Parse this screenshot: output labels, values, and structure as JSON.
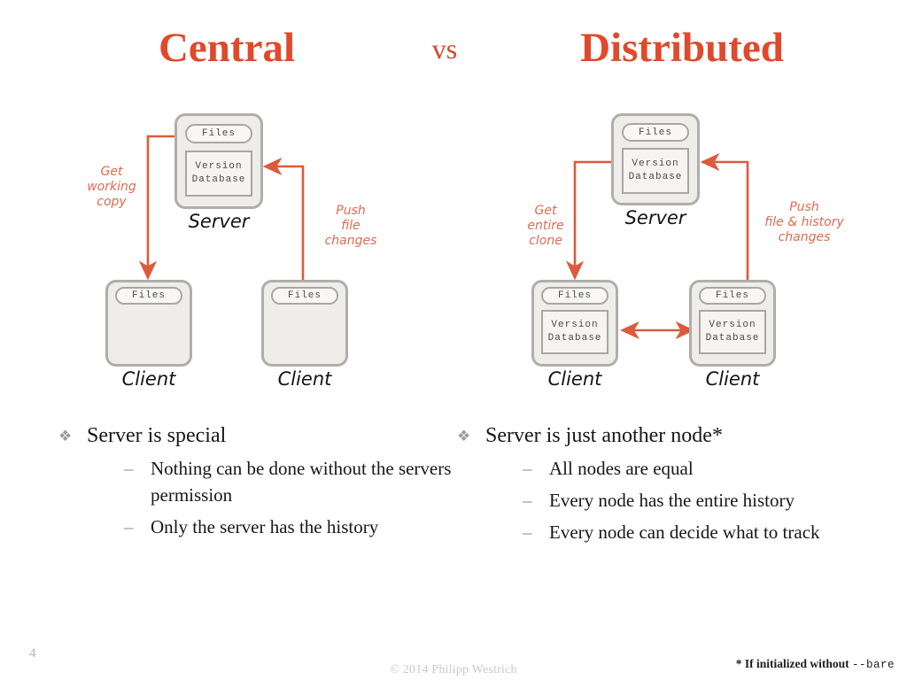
{
  "slide": {
    "page_number": "4",
    "copyright": "© 2014 Philipp Westrich",
    "footnote_text": "* If initialized without ",
    "footnote_code": "--bare",
    "accent_color": "#e0492c",
    "arrow_color": "#dd5a3c",
    "box_fill": "#eeedea",
    "box_border": "#b0aeaa"
  },
  "title": {
    "left": "Central",
    "separator": "vs",
    "right": "Distributed"
  },
  "diagrams": {
    "central": {
      "name": "Central",
      "server": {
        "caption": "Server",
        "files_label": "Files",
        "vdb_line1": "Version",
        "vdb_line2": "Database"
      },
      "clients": [
        {
          "caption": "Client",
          "files_label": "Files",
          "has_version_database": false
        },
        {
          "caption": "Client",
          "files_label": "Files",
          "has_version_database": false
        }
      ],
      "arrow_labels": [
        {
          "line1": "Get",
          "line2": "working",
          "line3": "copy"
        },
        {
          "line1": "Push",
          "line2": "file",
          "line3": "changes"
        }
      ]
    },
    "distributed": {
      "name": "Distributed",
      "server": {
        "caption": "Server",
        "files_label": "Files",
        "vdb_line1": "Version",
        "vdb_line2": "Database"
      },
      "clients": [
        {
          "caption": "Client",
          "files_label": "Files",
          "vdb_line1": "Version",
          "vdb_line2": "Database",
          "has_version_database": true
        },
        {
          "caption": "Client",
          "files_label": "Files",
          "vdb_line1": "Version",
          "vdb_line2": "Database",
          "has_version_database": true
        }
      ],
      "arrow_labels": [
        {
          "line1": "Get",
          "line2": "entire",
          "line3": "clone"
        },
        {
          "line1": "Push",
          "line2": "file & history",
          "line3": "changes"
        }
      ]
    }
  },
  "bullets": {
    "bullet_marker": "❖",
    "dash_marker": "–",
    "left": {
      "heading": "Server is special",
      "sub": [
        "Nothing can be done without the servers permission",
        "Only the server has the history"
      ]
    },
    "right": {
      "heading": "Server is just another node*",
      "sub": [
        "All nodes are equal",
        "Every node has the entire history",
        "Every node can decide what to track"
      ]
    }
  }
}
